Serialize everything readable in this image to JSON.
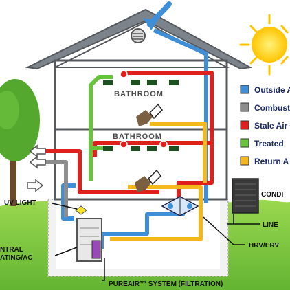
{
  "rooms": {
    "upper": "BATHROOM",
    "lower": "BATHROOM"
  },
  "legend": [
    {
      "label": "Outside A",
      "color": "#3f8fd8"
    },
    {
      "label": "Combust",
      "color": "#8c8c8c"
    },
    {
      "label": "Stale Air",
      "color": "#e0201c"
    },
    {
      "label": "Treated",
      "color": "#67c43c"
    },
    {
      "label": "Return A",
      "color": "#f4b81c"
    }
  ],
  "callouts": {
    "uv_light": "UV LIGHT",
    "condenser": "CONDI",
    "line": "LINE",
    "hrv_erv": "HRV/ERV",
    "central_line1": "NTRAL",
    "central_line2": "ATING/AC",
    "pureair": "PUREAIR™ SYSTEM (FILTRATION)"
  },
  "colors": {
    "outside_air": "#3f8fd8",
    "combustion": "#8c8c8c",
    "stale_air": "#e0201c",
    "treated": "#67c43c",
    "return_air": "#f4b81c",
    "roof": "#8a8f96",
    "sky_ground": "#6cbf3a"
  },
  "icons": [
    "sun-icon",
    "tree-icon",
    "roof-vent-icon",
    "wind-arrow-icon",
    "condenser-unit-icon",
    "hrv-exchanger-icon",
    "furnace-icon",
    "uv-light-icon",
    "bathroom-fan-icon"
  ]
}
